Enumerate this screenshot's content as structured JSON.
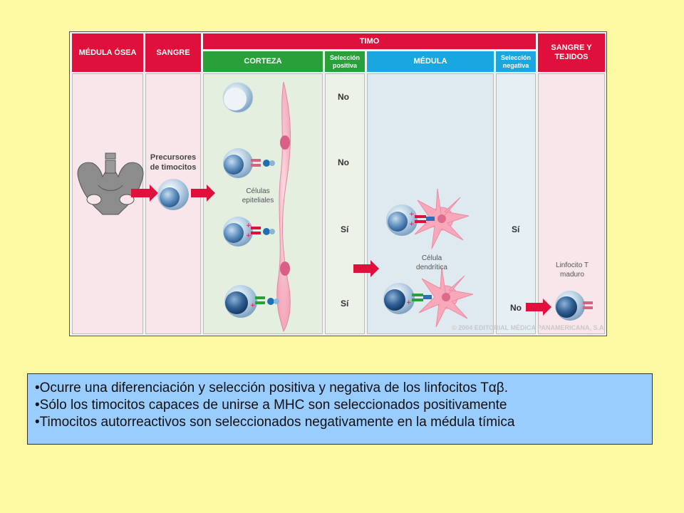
{
  "figure": {
    "headers": {
      "medula_osea": "MÉDULA ÓSEA",
      "sangre": "SANGRE",
      "timo": "TIMO",
      "corteza": "CORTEZA",
      "seleccion_positiva": "Selección positiva",
      "medula": "MÉDULA",
      "seleccion_negativa": "Selección negativa",
      "sangre_tejidos": "SANGRE Y TEJIDOS"
    },
    "labels": {
      "precursores": "Precursores de timocitos",
      "celulas_epiteliales": "Células epiteliales",
      "celula_dendritica": "Célula dendrítica",
      "linfocito_maduro": "Linfocito T maduro",
      "copyright": "© 2004 EDITORIAL MÉDICA PANAMERICANA, S.A."
    },
    "positive_selection": [
      "No",
      "No",
      "Sí",
      "Sí"
    ],
    "negative_selection": [
      "Sí",
      "No"
    ]
  },
  "caption": {
    "bullets": [
      "•Ocurre una diferenciación y selección positiva y negativa de los linfocitos Tαβ.",
      "•Sólo los timocitos capaces de unirse a MHC son seleccionados positivamente",
      "•Timocitos autorreactivos son seleccionados negativamente en la médula tímica"
    ]
  },
  "colors": {
    "red_header": "#e0103c",
    "green_header": "#2aa03a",
    "blue_header": "#1aa7e0",
    "pink_panel": "#f8e6ea",
    "green_panel": "#e4efe0",
    "blue_panel": "#dfeaf0",
    "caption_bg": "#99ccff",
    "page_bg": "#fdf8a2"
  }
}
